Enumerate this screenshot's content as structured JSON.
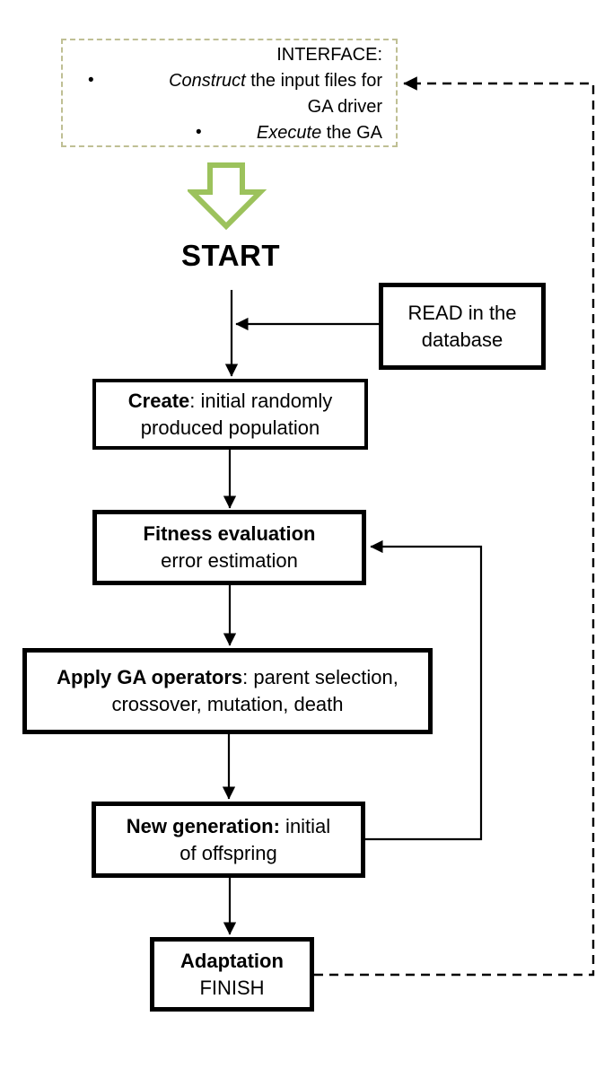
{
  "figure": {
    "interface_box": {
      "title": "INTERFACE:",
      "bullet": "•",
      "item1": {
        "emph": "Construct",
        "rest": " the input files for",
        "line2": "GA driver"
      },
      "item2": {
        "emph": "Execute",
        "rest": " the GA"
      }
    },
    "start_label": "START",
    "boxes": {
      "read": {
        "line1": "READ in the",
        "line2": "database"
      },
      "create": {
        "emph": "Create",
        "rest": ": initial randomly",
        "line2": "produced population"
      },
      "fitness": {
        "emph": "Fitness evaluation",
        "line2": "error estimation"
      },
      "apply": {
        "emph": "Apply GA operators",
        "rest": ": parent selection,",
        "line2": "crossover, mutation, death"
      },
      "new_generation": {
        "emph": "New generation:",
        "rest": " initial",
        "line2": "of offspring"
      },
      "adaptation": {
        "emph": "Adaptation",
        "line2": "FINISH"
      }
    },
    "colors": {
      "arrow_green": "#9cc25c",
      "interface_border": "#bfbf94",
      "line_black": "#000000"
    }
  }
}
